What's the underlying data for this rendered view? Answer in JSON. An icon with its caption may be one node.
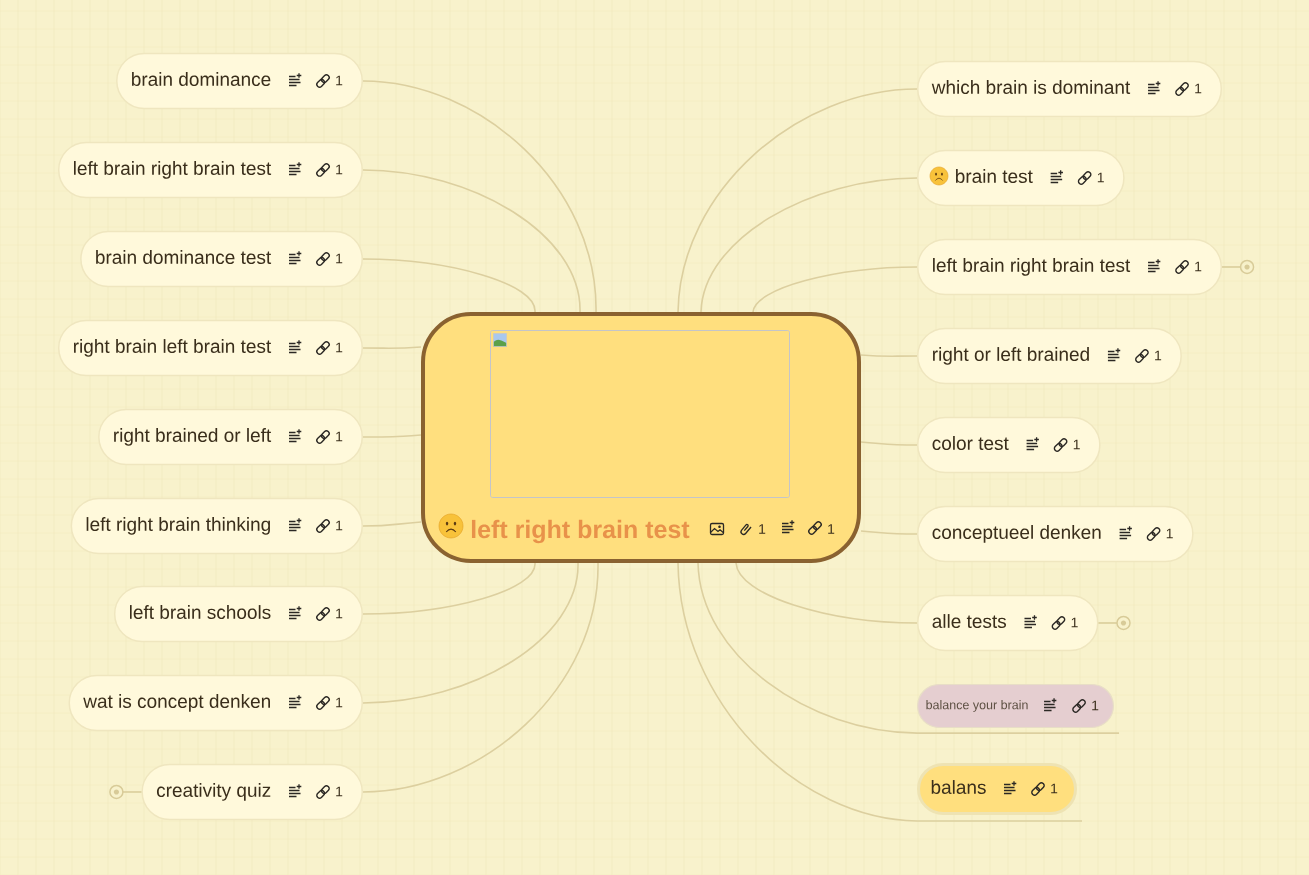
{
  "diagram": {
    "nodes": [
      {
        "text": [
          "left right brain test",
          "1",
          "1"
        ]
      },
      {
        "text": [
          "brain dominance",
          "1"
        ]
      },
      {
        "text": [
          "left brain right brain test",
          "1"
        ]
      },
      {
        "text": [
          "brain dominance test",
          "1"
        ]
      },
      {
        "text": [
          "right brain left brain test",
          "1"
        ]
      },
      {
        "text": [
          "right brained or left",
          "1"
        ]
      },
      {
        "text": [
          "left right brain thinking",
          "1"
        ]
      },
      {
        "text": [
          "left brain schools",
          "1"
        ]
      },
      {
        "text": [
          "wat is concept denken",
          "1"
        ]
      },
      {
        "text": [
          "creativity quiz",
          "1"
        ]
      },
      {
        "text": [
          "which brain is dominant",
          "1"
        ]
      },
      {
        "text": [
          "brain test",
          "1"
        ]
      },
      {
        "text": [
          "left brain right brain test",
          "1"
        ]
      },
      {
        "text": [
          "right or left brained",
          "1"
        ]
      },
      {
        "text": [
          "color test",
          "1"
        ]
      },
      {
        "text": [
          "conceptueel denken",
          "1"
        ]
      },
      {
        "text": [
          "alle tests",
          "1"
        ]
      },
      {
        "text": [
          "balance your brain",
          "1"
        ]
      },
      {
        "text": [
          "balans",
          "1"
        ]
      }
    ],
    "edges": [
      {
        "from": 0,
        "to": 1,
        "arrow": "none"
      },
      {
        "from": 0,
        "to": 2,
        "arrow": "none"
      },
      {
        "from": 0,
        "to": 3,
        "arrow": "none"
      },
      {
        "from": 0,
        "to": 4,
        "arrow": "none"
      },
      {
        "from": 0,
        "to": 5,
        "arrow": "none"
      },
      {
        "from": 0,
        "to": 6,
        "arrow": "none"
      },
      {
        "from": 0,
        "to": 7,
        "arrow": "none"
      },
      {
        "from": 0,
        "to": 8,
        "arrow": "none"
      },
      {
        "from": 0,
        "to": 9,
        "arrow": "none"
      },
      {
        "from": 0,
        "to": 10,
        "arrow": "none"
      },
      {
        "from": 0,
        "to": 11,
        "arrow": "none"
      },
      {
        "from": 0,
        "to": 12,
        "arrow": "none"
      },
      {
        "from": 0,
        "to": 13,
        "arrow": "none"
      },
      {
        "from": 0,
        "to": 14,
        "arrow": "none"
      },
      {
        "from": 0,
        "to": 15,
        "arrow": "none"
      },
      {
        "from": 0,
        "to": 16,
        "arrow": "none"
      },
      {
        "from": 0,
        "to": 17,
        "arrow": "none"
      },
      {
        "from": 0,
        "to": 18,
        "arrow": "none"
      }
    ]
  }
}
